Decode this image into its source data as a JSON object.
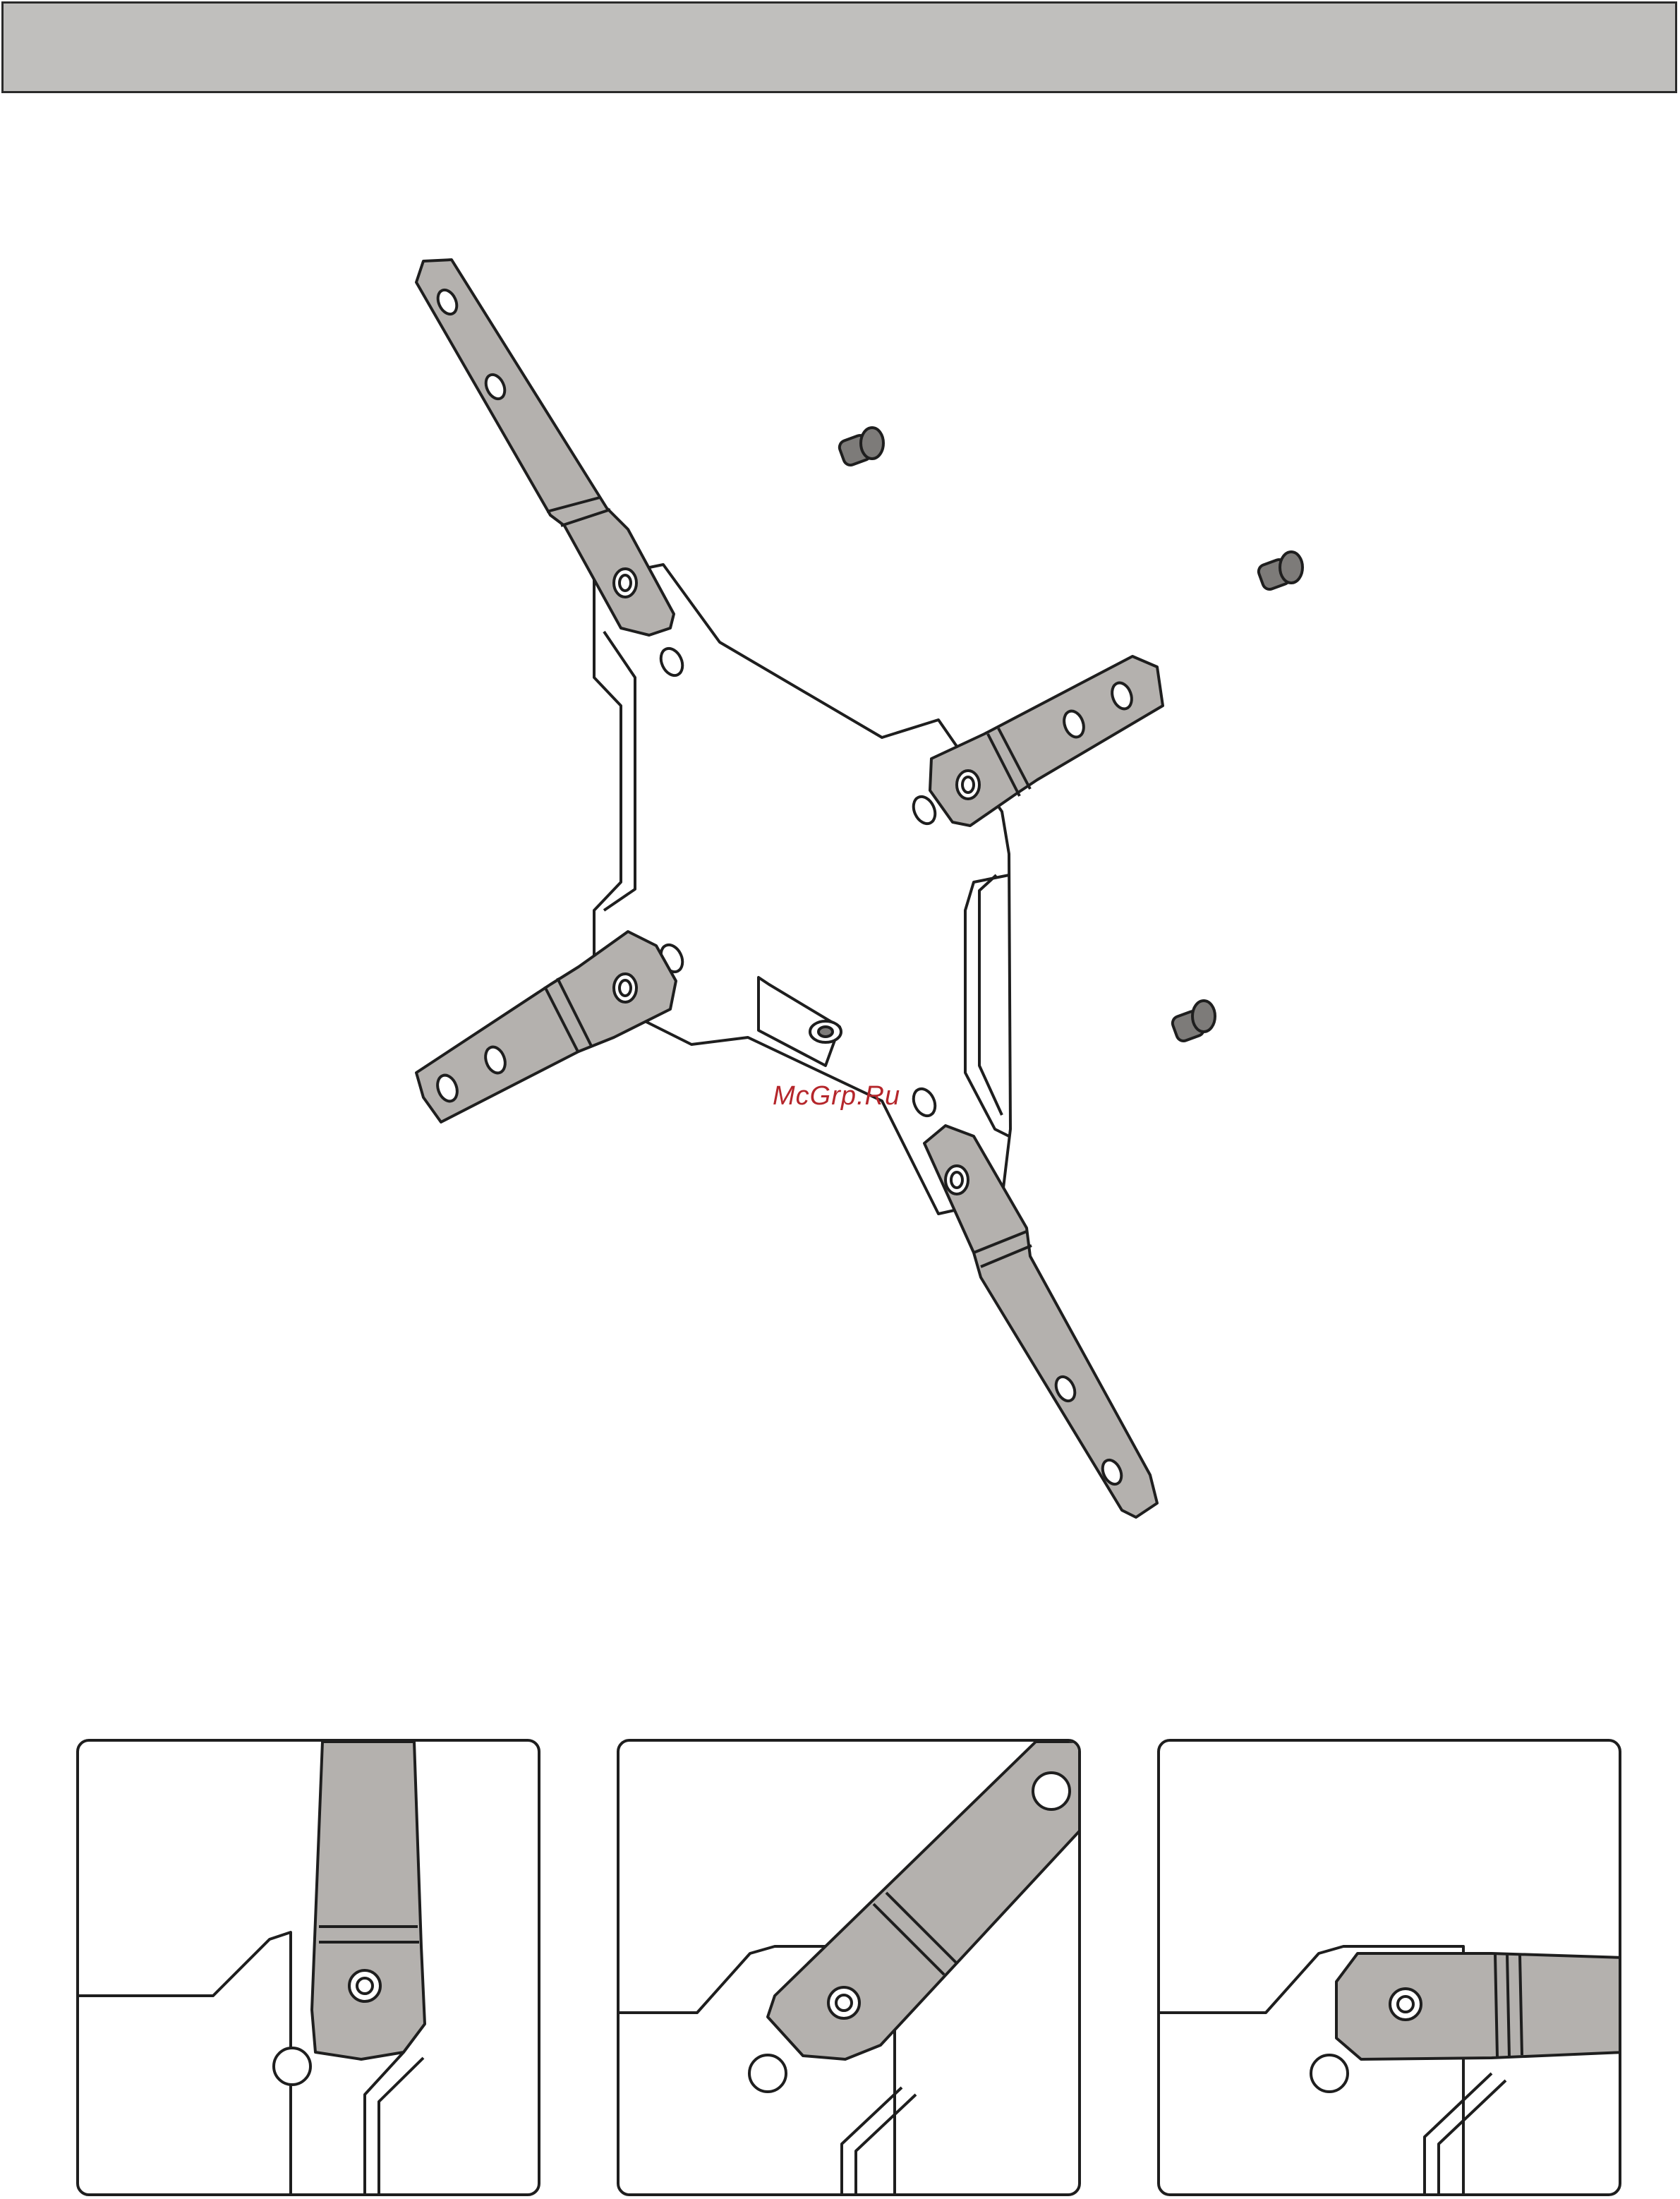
{
  "header": {
    "fill_color": "#c0bfbd"
  },
  "watermark": {
    "text": "McGrp.Ru",
    "color": "#b5262b"
  },
  "colors": {
    "arm_fill": "#b4b1ae",
    "outline": "#1e1e1e",
    "screw_fill": "#7d7b79"
  },
  "diagram": {
    "parts": [
      "mounting-plate",
      "arm-top-left",
      "arm-top-right",
      "arm-bottom-left",
      "arm-bottom-right",
      "screw",
      "screw",
      "screw"
    ]
  },
  "details": [
    {
      "name": "detail-arm-vertical",
      "arm_orientation": "vertical"
    },
    {
      "name": "detail-arm-diagonal",
      "arm_orientation": "diagonal"
    },
    {
      "name": "detail-arm-horizontal",
      "arm_orientation": "horizontal"
    }
  ]
}
